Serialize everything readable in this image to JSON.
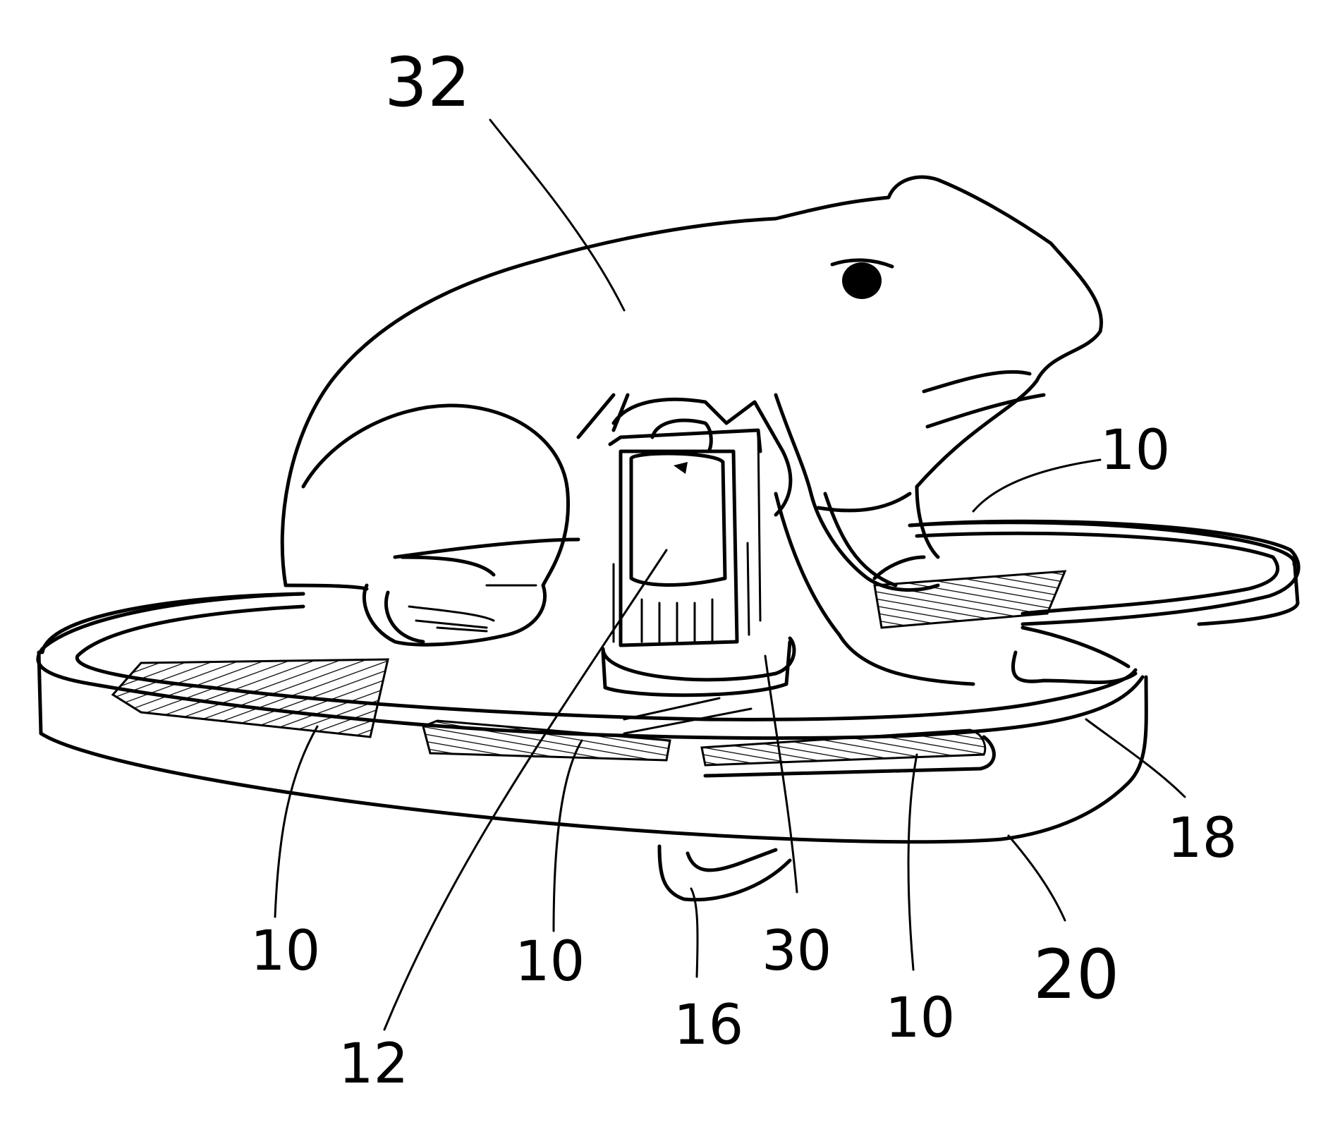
{
  "figure": {
    "reference_numerals": {
      "frog_figure": "32",
      "plate_top_right": "10",
      "plate_left": "10",
      "plate_center": "10",
      "plate_right": "10",
      "housing_post": "12",
      "bottom_mount": "16",
      "center_hub": "30",
      "tray_lip": "18",
      "tray_rim": "20"
    }
  }
}
